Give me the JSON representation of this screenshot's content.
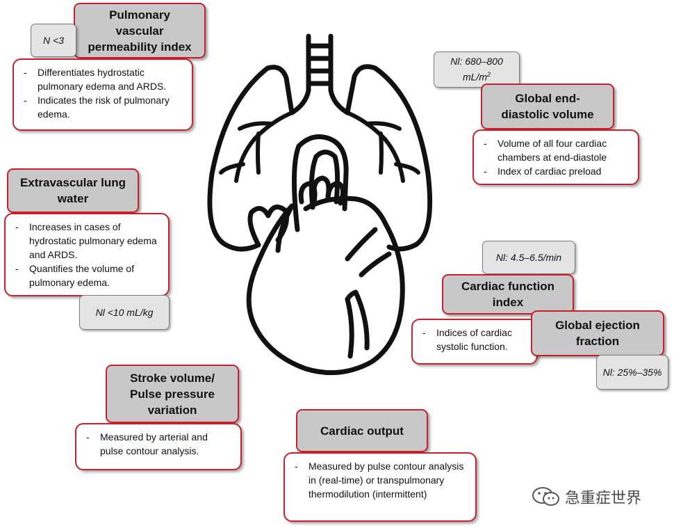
{
  "items": {
    "permeability": {
      "title_lines": [
        "Pulmonary",
        "vascular",
        "permeability index"
      ],
      "normal": "N <3",
      "bullets": [
        "Differentiates hydrostatic pulmonary edema and ARDS.",
        "Indicates the risk of pulmonary edema."
      ]
    },
    "evlw": {
      "title_lines": [
        "Extravascular lung",
        "water"
      ],
      "normal": "Nl <10 mL/kg",
      "bullets": [
        "Increases in cases of hydrostatic pulmonary edema and ARDS.",
        "Quantifies the volume of pulmonary edema."
      ]
    },
    "svv": {
      "title_lines": [
        "Stroke volume/",
        "Pulse pressure",
        "variation"
      ],
      "bullets": [
        "Measured by arterial and pulse contour analysis."
      ]
    },
    "co": {
      "title_lines": [
        "Cardiac output"
      ],
      "bullets": [
        "Measured by pulse contour analysis in (real-time) or transpulmonary thermodilution (intermittent)"
      ]
    },
    "gedv": {
      "title_lines": [
        "Global end-",
        "diastolic volume"
      ],
      "normal_main": "Nl: 680–800",
      "normal_unit": "mL/m",
      "normal_sup": "2",
      "bullets": [
        "Volume of all four cardiac chambers at end-diastole",
        "Index of cardiac preload"
      ]
    },
    "cfi": {
      "title_lines": [
        "Cardiac function",
        "index"
      ],
      "normal": "Nl: 4.5–6.5/min",
      "bullets": [
        "Indices of cardiac systolic function."
      ]
    },
    "gef": {
      "title_lines": [
        "Global ejection",
        "fraction"
      ],
      "normal": "Nl: 25%–35%"
    }
  },
  "watermark": "急重症世界",
  "colors": {
    "border": "#c8202a",
    "title_fill": "#c8c8c8",
    "normal_fill": "#e4e4e4"
  }
}
